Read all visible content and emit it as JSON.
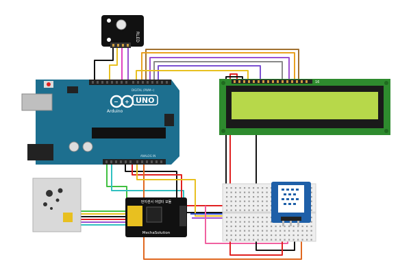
{
  "arduino": {
    "logo_text": "UNO",
    "brand_text": "Arduino",
    "header_left_label": "DIGITAL (PWM~)",
    "header_bottom_label": "ANALOG IN",
    "color_board": "#1d6f8f",
    "color_header": "#222222"
  },
  "sensor_module": {
    "label": "RLED",
    "color": "#111111"
  },
  "gas_sensor": {
    "color": "#d9d9d9"
  },
  "converter_board": {
    "title_text": "먼지센서 어댑터 모듈",
    "brand_text": "MechaSolution",
    "color": "#111111"
  },
  "lcd": {
    "color_pcb": "#2e8b2e",
    "color_screen": "#b7d84a",
    "pin_label": "16"
  },
  "dht_sensor": {
    "color_body": "#1e5fa8",
    "color_face": "#ffffff"
  },
  "breadboard": {
    "color": "#eeeeee"
  },
  "wire_colors": {
    "red": "#e02020",
    "black": "#111111",
    "yellow": "#e8c020",
    "green": "#40c040",
    "cyan": "#30c0c0",
    "purple": "#9b4fd1",
    "magenta": "#e040c0",
    "orange": "#e06820",
    "brown": "#a07030",
    "pink": "#f060a0",
    "gray": "#888888",
    "blue": "#3050d0"
  }
}
